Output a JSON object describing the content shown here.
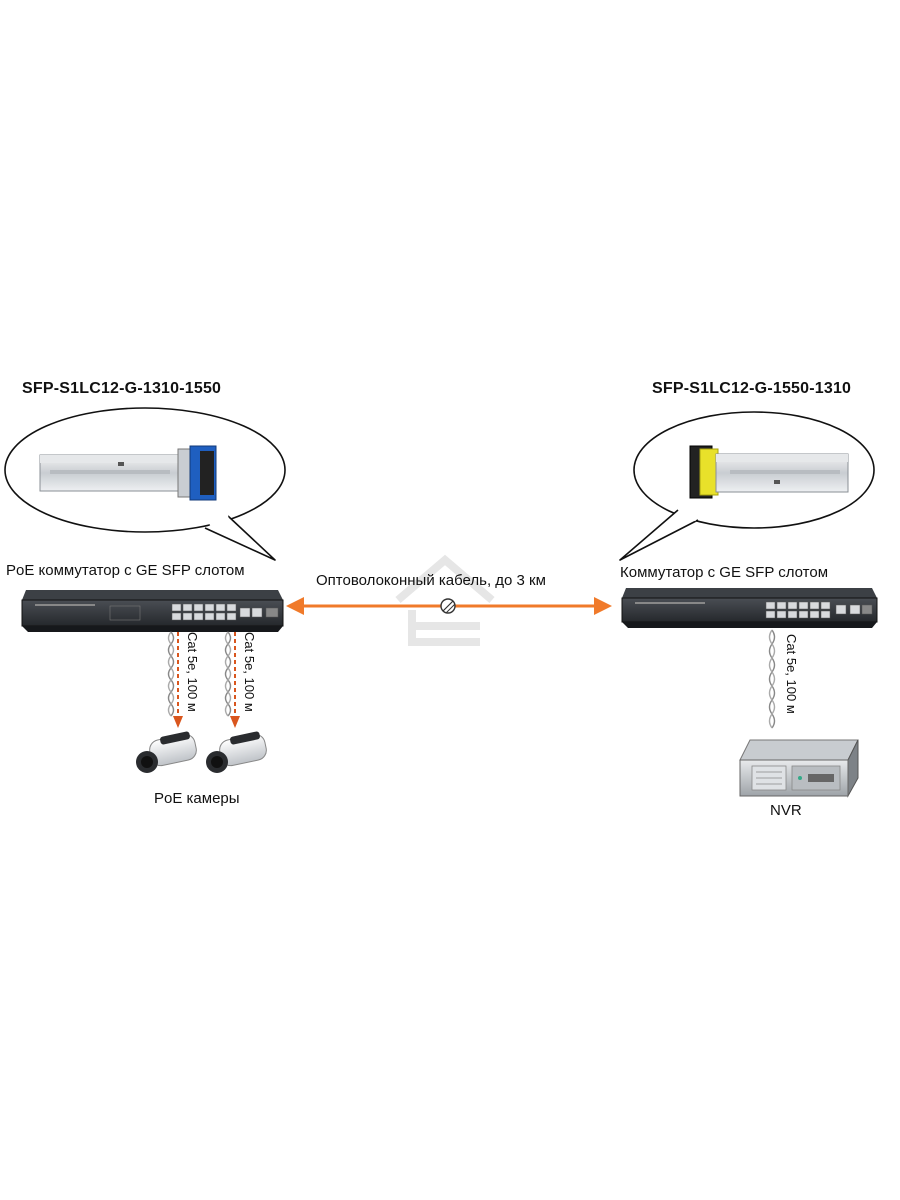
{
  "left": {
    "sfp_model": "SFP-S1LC12-G-1310-1550",
    "switch_label": "PoE коммутатор с GE SFP слотом",
    "cable_labels": [
      "Cat 5e, 100 м",
      "Cat 5e, 100 м"
    ],
    "cameras_label": "PoE камеры"
  },
  "link": {
    "label": "Оптоволоконный кабель, до  3 км"
  },
  "right": {
    "sfp_model": "SFP-S1LC12-G-1550-1310",
    "switch_label": "Коммутатор с GE SFP слотом",
    "cable_label": "Cat 5e, 100 м",
    "nvr_label": "NVR"
  },
  "colors": {
    "fiber_arrow": "#f07a2a",
    "poe_arrow": "#d9561e",
    "switch_body": "#2c2f33",
    "sfp_blue": "#1f5fc0",
    "sfp_yellow": "#e8e12a"
  }
}
